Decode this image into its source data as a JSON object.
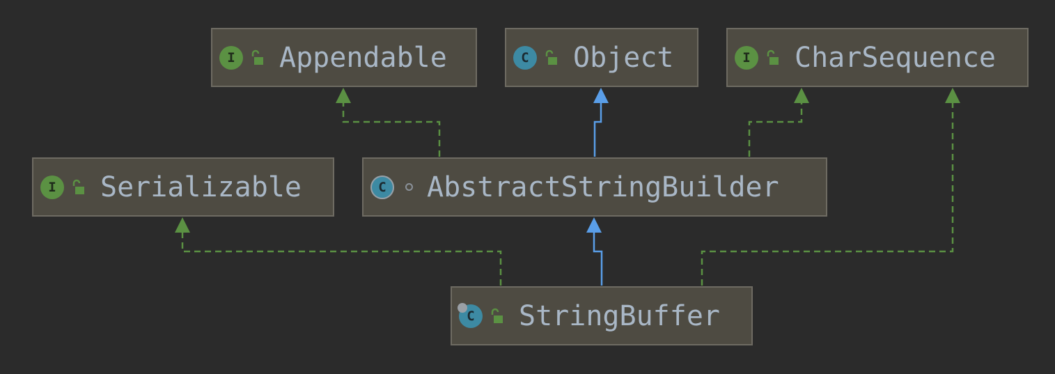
{
  "diagram": {
    "nodes": {
      "appendable": {
        "name": "Appendable",
        "kind": "interface",
        "visibility": "public"
      },
      "object": {
        "name": "Object",
        "kind": "class",
        "visibility": "public"
      },
      "charsequence": {
        "name": "CharSequence",
        "kind": "interface",
        "visibility": "public"
      },
      "serializable": {
        "name": "Serializable",
        "kind": "interface",
        "visibility": "public"
      },
      "asb": {
        "name": "AbstractStringBuilder",
        "kind": "abstract-class",
        "visibility": "package-private"
      },
      "stringbuffer": {
        "name": "StringBuffer",
        "kind": "final-class",
        "visibility": "public"
      }
    },
    "edges": [
      {
        "from": "AbstractStringBuilder",
        "to": "Appendable",
        "relation": "implements"
      },
      {
        "from": "AbstractStringBuilder",
        "to": "Object",
        "relation": "extends"
      },
      {
        "from": "AbstractStringBuilder",
        "to": "CharSequence",
        "relation": "implements"
      },
      {
        "from": "StringBuffer",
        "to": "Serializable",
        "relation": "implements"
      },
      {
        "from": "StringBuffer",
        "to": "AbstractStringBuilder",
        "relation": "extends"
      },
      {
        "from": "StringBuffer",
        "to": "CharSequence",
        "relation": "implements"
      }
    ],
    "colors": {
      "background": "#2b2b2b",
      "node_fill": "#4e4b42",
      "node_border": "#6e6b62",
      "text": "#a9b7c6",
      "extends_edge": "#5a9ee8",
      "implements_edge": "#5b9143",
      "interface_icon": "#5b9143",
      "class_icon": "#3d8aa3"
    },
    "icons": {
      "interface": "I",
      "class": "C"
    }
  }
}
